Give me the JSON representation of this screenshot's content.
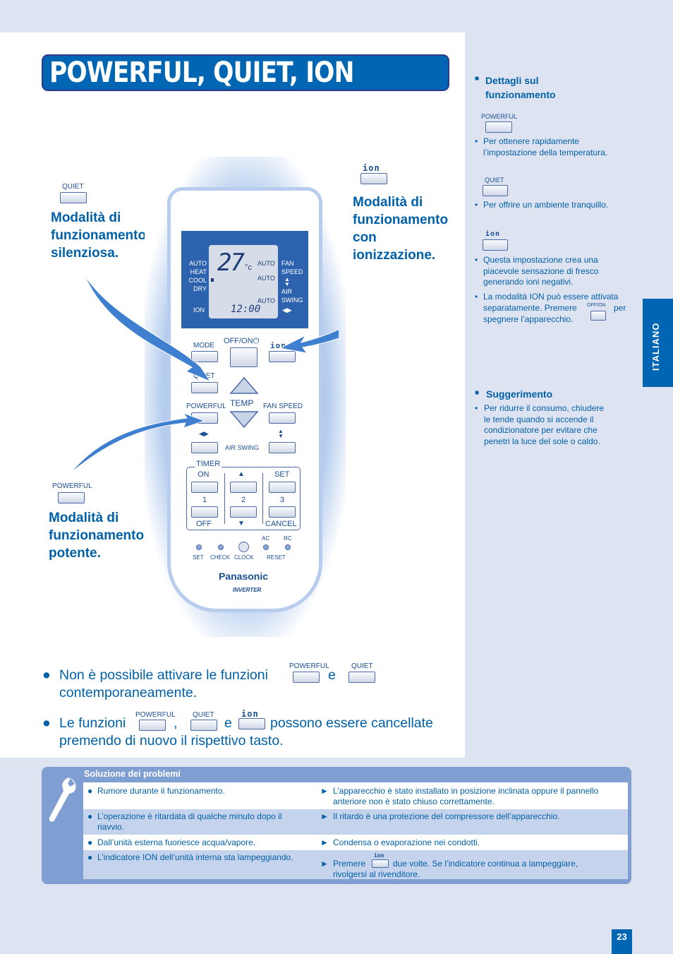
{
  "title": "POWERFUL, QUIET, ION",
  "labels": {
    "quiet_btn": "QUIET",
    "ion_btn": "ion",
    "powerful_btn": "POWERFUL",
    "quiet_desc": [
      "Modalità di",
      "funzionamento",
      "silenziosa."
    ],
    "ion_desc": [
      "Modalità di",
      "funzionamento",
      "con",
      "ionizzazione."
    ],
    "powerful_desc": [
      "Modalità di",
      "funzionamento",
      "potente."
    ]
  },
  "remote": {
    "lcd_left": [
      "AUTO",
      "HEAT",
      "COOL",
      "DRY",
      "ION"
    ],
    "lcd_temp": "27",
    "lcd_unit": "°c",
    "lcd_time": "12:00",
    "lcd_auto": [
      "AUTO",
      "AUTO",
      "AUTO"
    ],
    "lcd_right": [
      "FAN",
      "SPEED",
      "AIR",
      "SWING"
    ],
    "mode": "MODE",
    "offon": "OFF/ON",
    "ion": "ion",
    "quiet": "QUIET",
    "powerful": "POWERFUL",
    "temp": "TEMP",
    "fan_speed": "FAN SPEED",
    "air_swing": "AIR SWING",
    "timer": "TIMER",
    "on": "ON",
    "set": "SET",
    "n1": "1",
    "n2": "2",
    "n3": "3",
    "off": "OFF",
    "cancel": "CANCEL",
    "ac": "AC",
    "rc": "RC",
    "set_small": "SET",
    "check": "CHECK",
    "clock": "CLOCK",
    "reset": "RESET",
    "brand": "Panasonic",
    "inverter": "INVERTER"
  },
  "notes": {
    "n1_a": "Non è possibile attivare le funzioni",
    "n1_powerful": "POWERFUL",
    "n1_e": "e",
    "n1_quiet": "QUIET",
    "n1_b": "contemporaneamente.",
    "n2_a": "Le funzioni",
    "n2_powerful": "POWERFUL",
    "n2_comma": ",",
    "n2_quiet": "QUIET",
    "n2_e": "e",
    "n2_ion": "ion",
    "n2_b": "possono essere cancellate",
    "n2_c": "premendo di nuovo il rispettivo tasto."
  },
  "right": {
    "dettagli_h1": "Dettagli sul",
    "dettagli_h2": "funzionamento",
    "powerful": "POWERFUL",
    "powerful_text1": "Per ottenere rapidamente",
    "powerful_text2": "l’impostazione della temperatura.",
    "quiet": "QUIET",
    "quiet_text": "Per offrire un ambiente tranquillo.",
    "ion": "ion",
    "ion_text1": "Questa impostazione crea una",
    "ion_text2": "piacevole sensazione di fresco",
    "ion_text3": "generando ioni negativi.",
    "ion_text4": "La modalità ION può essere attivata",
    "ion_text5": "separatamente. Premere",
    "ion_offon": "OFF/ON",
    "ion_text6": "per",
    "ion_text7": "spegnere l’apparecchio.",
    "sugg_h": "Suggerimento",
    "sugg1": "Per ridurre il consumo, chiudere",
    "sugg2": "le tende quando si accende il",
    "sugg3": "condizionatore per evitare che",
    "sugg4": "penetri la luce del sole o caldo."
  },
  "tab": "ITALIANO",
  "trouble": {
    "title": "Soluzione dei problemi",
    "rows": [
      {
        "problem": [
          "Rumore durante il funzionamento."
        ],
        "solution": [
          "L’apparecchio è stato installato in posizione inclinata oppure il pannello",
          "anteriore non è stato chiuso correttamente."
        ]
      },
      {
        "problem": [
          "L’operazione è ritardata di qualche minuto dopo il",
          "riavvio."
        ],
        "solution": [
          "Il ritardo è una protezione del compressore dell’apparecchio."
        ]
      },
      {
        "problem": [
          "Dall’unità esterna fuoriesce acqua/vapore."
        ],
        "solution": [
          "Condensa o evaporazione nei condotti."
        ]
      },
      {
        "problem": [
          "L’indicatore ION dell’unità interna sta lampeggiando."
        ],
        "solution": [
          "Premere",
          "due volte. Se l’indicatore continua a lampeggiare,",
          "rivolgersi al rivenditore."
        ],
        "ion": "ion"
      }
    ]
  },
  "page_number": "23"
}
